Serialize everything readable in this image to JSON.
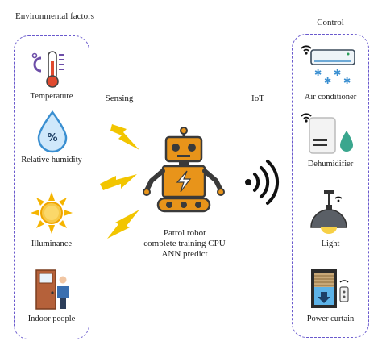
{
  "left_panel": {
    "title": "Environmental factors",
    "items": [
      {
        "label": "Temperature",
        "icon": "thermometer-icon"
      },
      {
        "label": "Relative humidity",
        "icon": "humidity-drop-icon"
      },
      {
        "label": "Illuminance",
        "icon": "sun-icon"
      },
      {
        "label": "Indoor people",
        "icon": "person-door-icon"
      }
    ]
  },
  "center": {
    "sensing_label": "Sensing",
    "iot_label": "IoT",
    "robot_caption": "Patrol robot complete training CPU ANN predict",
    "robot_caption_lines": [
      "Patrol robot",
      "complete training CPU",
      "ANN predict"
    ]
  },
  "right_panel": {
    "title": "Control",
    "items": [
      {
        "label": "Air conditioner",
        "icon": "air-conditioner-icon"
      },
      {
        "label": "Dehumidifier",
        "icon": "dehumidifier-icon"
      },
      {
        "label": "Light",
        "icon": "pendant-light-icon"
      },
      {
        "label": "Power curtain",
        "icon": "power-curtain-icon"
      }
    ]
  },
  "colors": {
    "panel_border": "#6a5acd",
    "robot_orange": "#e8941a",
    "lightning": "#f2c500",
    "water": "#3a8fd1",
    "teal": "#3aa68e"
  }
}
